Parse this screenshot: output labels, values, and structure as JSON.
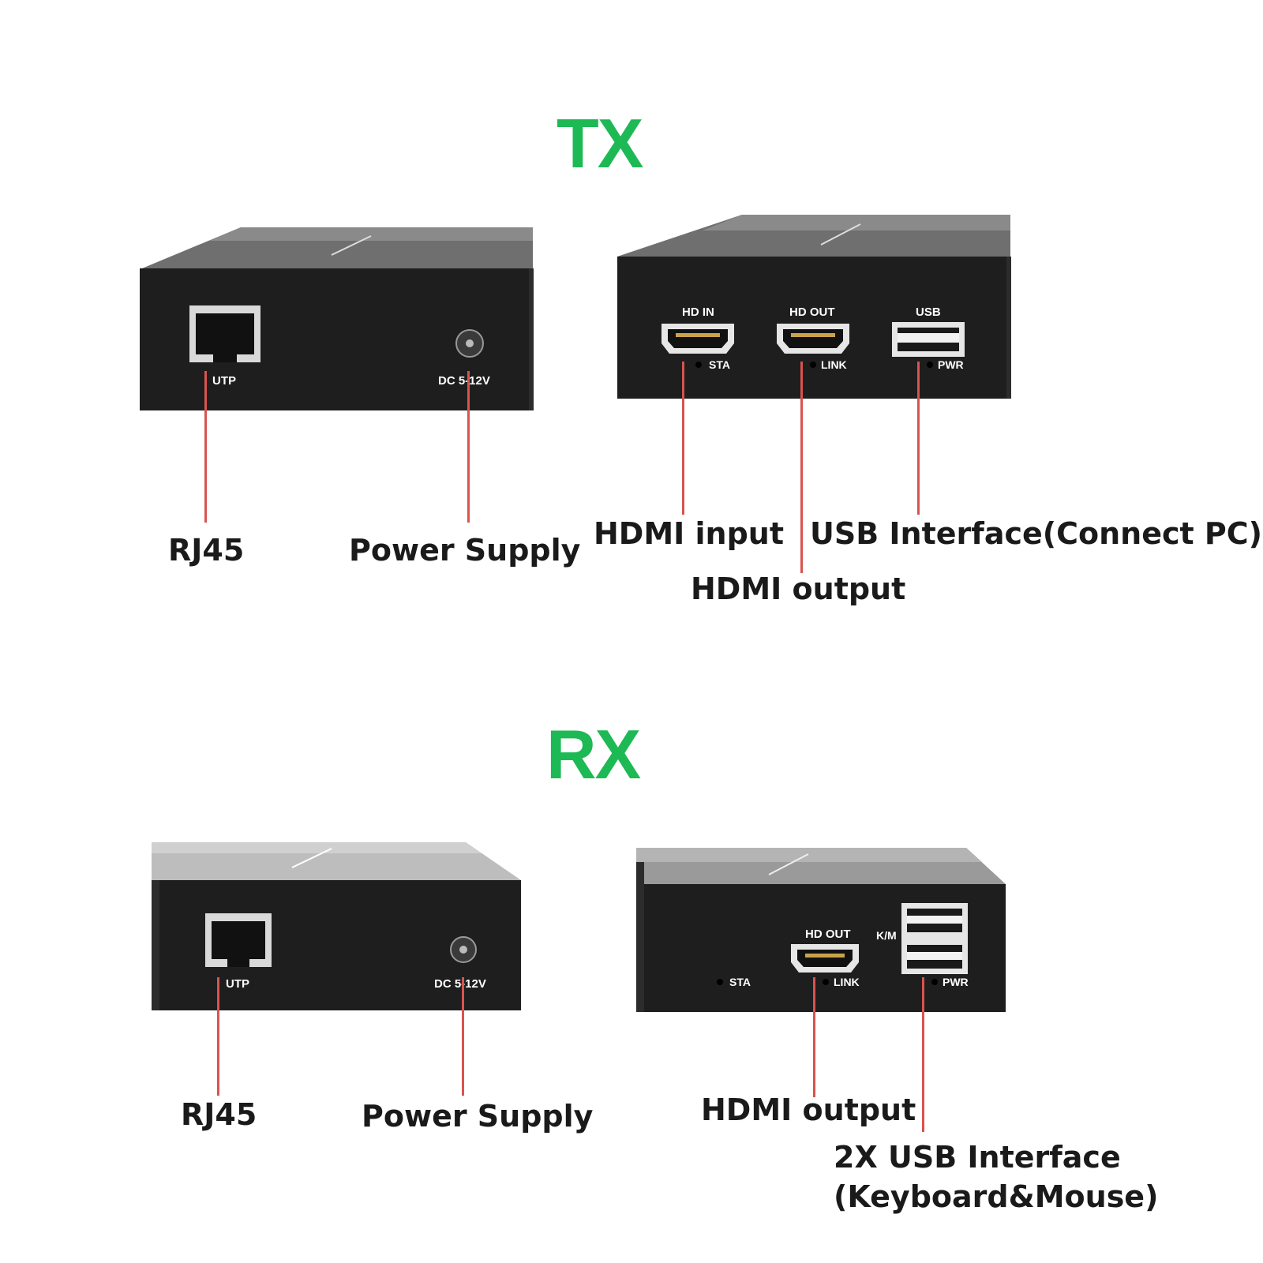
{
  "tx": {
    "title": "TX",
    "back_panel": {
      "utp_label": "UTP",
      "dc_label": "DC 5-12V",
      "callouts": {
        "rj45": "RJ45",
        "power": "Power Supply"
      }
    },
    "front_panel": {
      "hd_in_label": "HD IN",
      "hd_out_label": "HD OUT",
      "usb_label": "USB",
      "sta_label": "STA",
      "link_label": "LINK",
      "pwr_label": "PWR",
      "callouts": {
        "hdmi_input": "HDMI input",
        "hdmi_output": "HDMI output",
        "usb": "USB Interface(Connect PC)"
      }
    }
  },
  "rx": {
    "title": "RX",
    "back_panel": {
      "utp_label": "UTP",
      "dc_label": "DC 5-12V",
      "callouts": {
        "rj45": "RJ45",
        "power": "Power Supply"
      }
    },
    "front_panel": {
      "hd_out_label": "HD OUT",
      "km_label": "K/M",
      "sta_label": "STA",
      "link_label": "LINK",
      "pwr_label": "PWR",
      "callouts": {
        "hdmi_output": "HDMI output",
        "usb_line1": "2X USB Interface",
        "usb_line2": "(Keyboard&Mouse)"
      }
    }
  },
  "colors": {
    "title": "#1db954",
    "callout_line": "#d9534f",
    "device_body": "#1e1e1e"
  }
}
